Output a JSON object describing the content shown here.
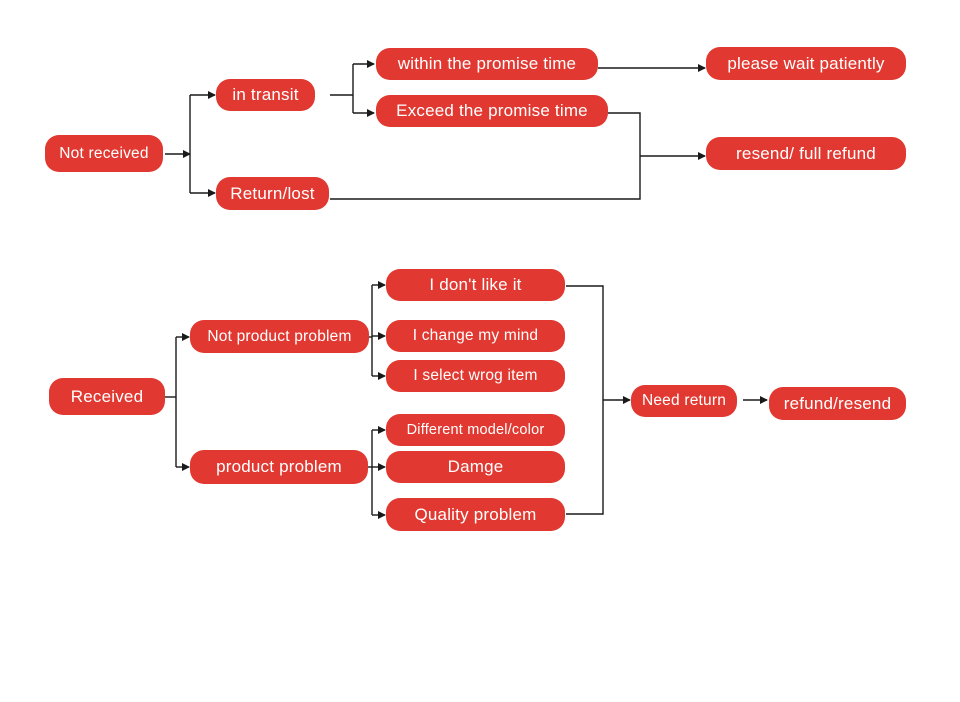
{
  "colors": {
    "node": "#e13931",
    "line": "#1a1a1a",
    "background": "#ffffff"
  },
  "section1": {
    "root": "Not received",
    "in_transit": "in transit",
    "return_lost": "Return/lost",
    "within_time": "within the promise time",
    "exceed_time": "Exceed the promise time",
    "wait": "please wait patiently",
    "resend_refund": "resend/ full refund"
  },
  "section2": {
    "root": "Received",
    "not_product_problem": "Not product problem",
    "product_problem": "product problem",
    "dont_like": "I don't like it",
    "change_mind": "I change my mind",
    "wrong_item": "I select wrog item",
    "different_model": "Different model/color",
    "damage": "Damge",
    "quality": "Quality problem",
    "need_return": "Need return",
    "refund_resend": "refund/resend"
  }
}
